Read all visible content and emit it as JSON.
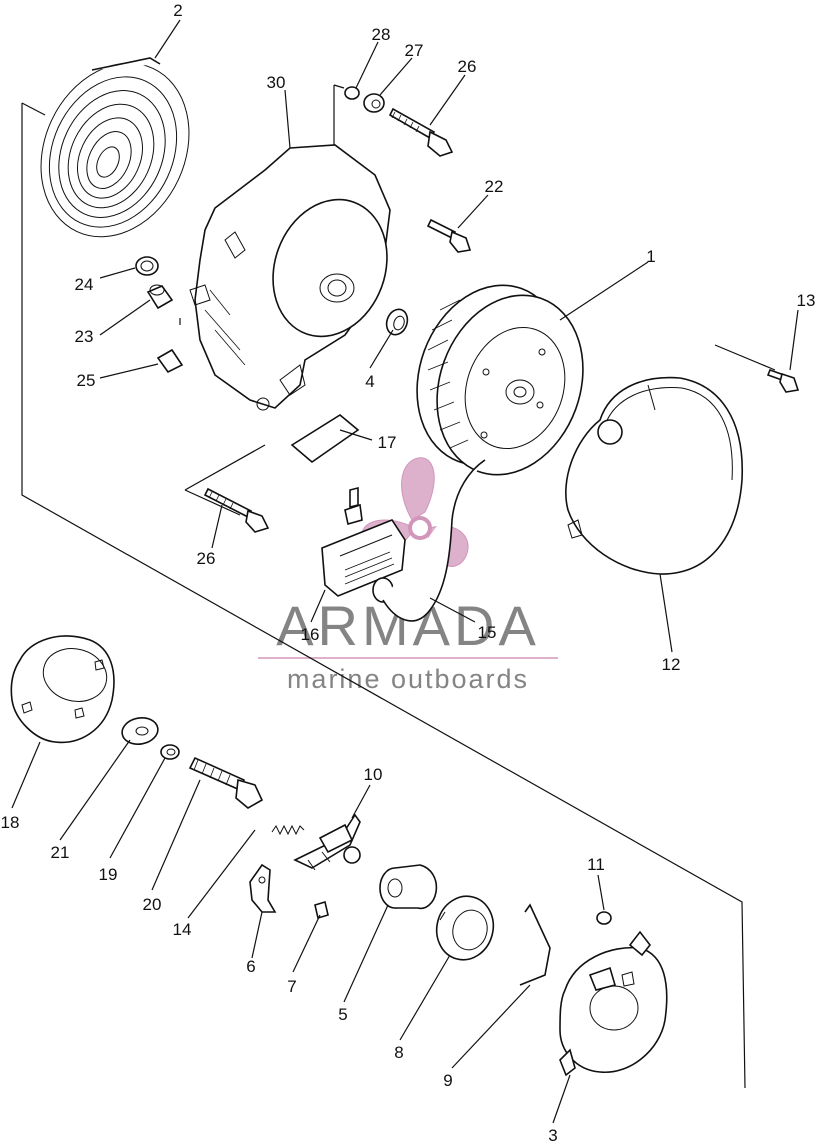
{
  "labels": [
    {
      "id": "label-2",
      "text": "2"
    },
    {
      "id": "label-28",
      "text": "28"
    },
    {
      "id": "label-27",
      "text": "27"
    },
    {
      "id": "label-26a",
      "text": "26"
    },
    {
      "id": "label-30",
      "text": "30"
    },
    {
      "id": "label-22",
      "text": "22"
    },
    {
      "id": "label-1",
      "text": "1"
    },
    {
      "id": "label-13",
      "text": "13"
    },
    {
      "id": "label-24",
      "text": "24"
    },
    {
      "id": "label-23",
      "text": "23"
    },
    {
      "id": "label-25",
      "text": "25"
    },
    {
      "id": "label-4",
      "text": "4"
    },
    {
      "id": "label-17",
      "text": "17"
    },
    {
      "id": "label-26b",
      "text": "26"
    },
    {
      "id": "label-16",
      "text": "16"
    },
    {
      "id": "label-15",
      "text": "15"
    },
    {
      "id": "label-12",
      "text": "12"
    },
    {
      "id": "label-10",
      "text": "10"
    },
    {
      "id": "label-18",
      "text": "18"
    },
    {
      "id": "label-21",
      "text": "21"
    },
    {
      "id": "label-19",
      "text": "19"
    },
    {
      "id": "label-20",
      "text": "20"
    },
    {
      "id": "label-14",
      "text": "14"
    },
    {
      "id": "label-6",
      "text": "6"
    },
    {
      "id": "label-7",
      "text": "7"
    },
    {
      "id": "label-5",
      "text": "5"
    },
    {
      "id": "label-8",
      "text": "8"
    },
    {
      "id": "label-9",
      "text": "9"
    },
    {
      "id": "label-11",
      "text": "11"
    },
    {
      "id": "label-3",
      "text": "3"
    }
  ],
  "watermark": {
    "brand": "ARMADA",
    "tagline": "marine outboards",
    "brand_color": "#6f6f6f",
    "logo_color": "#d8a4c4",
    "logo_icon": "propeller-logo-icon"
  },
  "colors": {
    "line": "#111111",
    "background": "#ffffff"
  }
}
